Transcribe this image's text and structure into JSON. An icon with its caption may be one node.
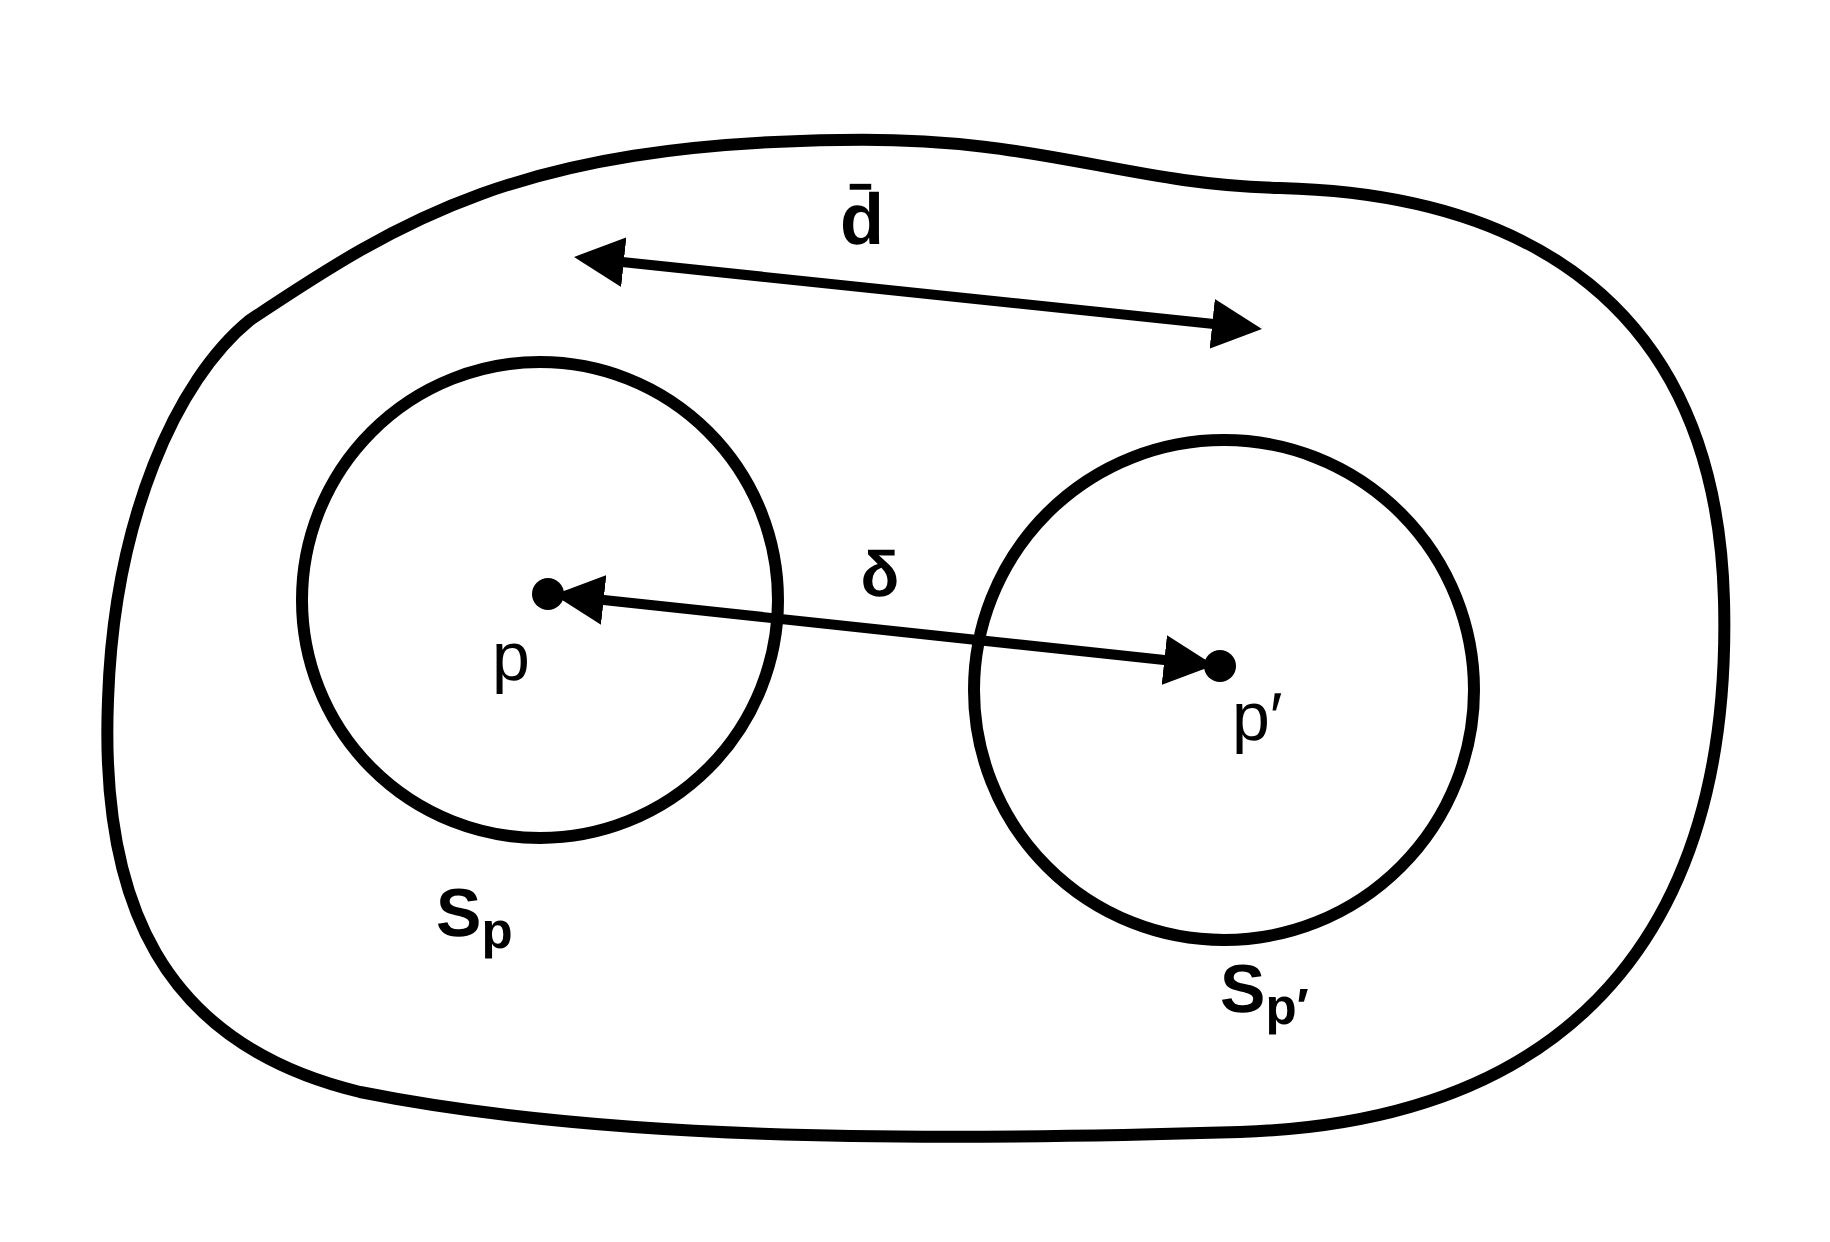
{
  "diagram": {
    "nodes": [
      {
        "text": [],
        "shape": "blob"
      },
      {
        "text": [],
        "shape": "circle",
        "in": 0,
        "beside": [
          "S$_{p}$"
        ]
      },
      {
        "text": [],
        "shape": "dot",
        "in": 1,
        "beside": [
          "p"
        ]
      },
      {
        "text": [],
        "shape": "circle",
        "in": 0,
        "beside": [
          "S$_{p′}$"
        ]
      },
      {
        "text": [],
        "shape": "dot",
        "in": 3,
        "beside": [
          "p′"
        ]
      }
    ],
    "edges": [
      {
        "from": 2,
        "to": 4,
        "arrow": "both",
        "label": "δ"
      }
    ],
    "labels": [
      "d̄"
    ]
  }
}
